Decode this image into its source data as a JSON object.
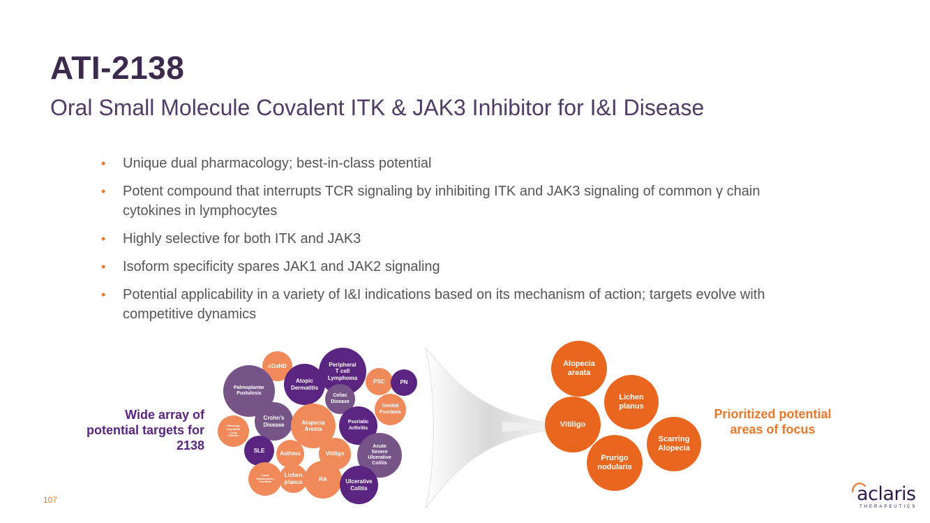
{
  "title": "ATI-2138",
  "subtitle": "Oral Small Molecule Covalent ITK & JAK3 Inhibitor for I&I Disease",
  "bullets": [
    "Unique dual pharmacology; best-in-class potential",
    "Potent compound that interrupts TCR signaling by inhibiting ITK and JAK3 signaling of common γ chain cytokines in lymphocytes",
    "Highly selective for both ITK and JAK3",
    "Isoform specificity spares JAK1 and JAK2 signaling",
    "Potential applicability in a variety of I&I indications based on its mechanism of action; targets evolve with competitive dynamics"
  ],
  "left_label": "Wide array of potential targets for 2138",
  "right_label": "Prioritized potential areas of focus",
  "targets": [
    "cGvHD",
    "Palmoplantar\nPustulosis",
    "Atopic\nDermatitis",
    "Peripheral\nT cell\nLymphoma",
    "PSC",
    "PN",
    "Celiac\nDisease",
    "Genital\nPsoriasis",
    "Crohn's\nDisease",
    "Alopecia\nAreata",
    "Psoriatic\nArthritis",
    "Fibrosing\nInterstitial\nLung\nDisease",
    "SLE",
    "Asthma",
    "Vitiligo",
    "Acute\nSevere\nUlcerative\nColitis",
    "Acute\nInflammatory\nPsoriasis",
    "Lichen\nplanus",
    "RA",
    "Ulcerative\nColitis"
  ],
  "focus_areas": [
    "Alopecia\nareata",
    "Lichen\nplanus",
    "Vitiligo",
    "Scarring\nAlopecia",
    "Prurigo\nnodularis"
  ],
  "page_number": "107",
  "logo": {
    "name": "aclaris",
    "tagline": "THERAPEUTICS"
  },
  "colors": {
    "purple": "#5a2580",
    "mauve": "#765488",
    "orange": "#f08a5a",
    "accent_orange": "#e8661e",
    "title": "#3d2a4f"
  }
}
